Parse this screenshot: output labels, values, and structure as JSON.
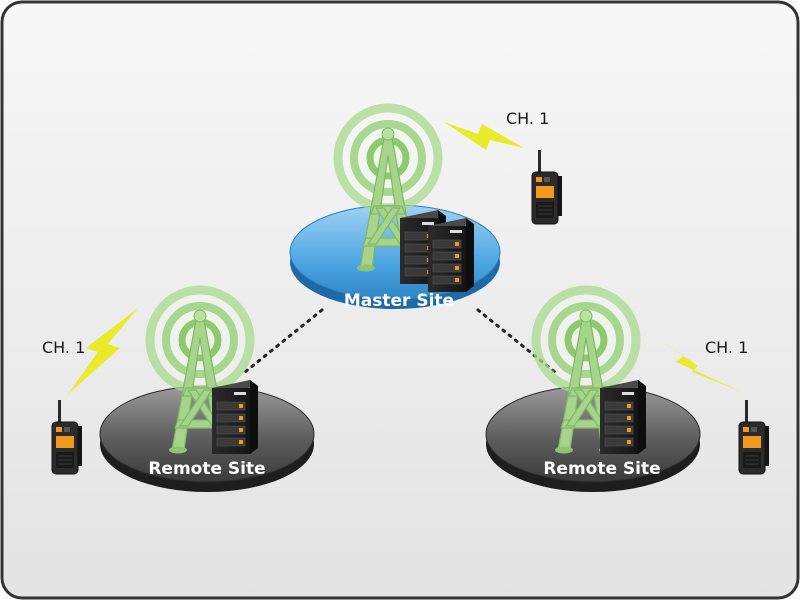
{
  "sites": {
    "master": {
      "label": "Master Site",
      "color": "#3a95d6"
    },
    "remote_left": {
      "label": "Remote Site",
      "color": "#3c3c3c"
    },
    "remote_right": {
      "label": "Remote Site",
      "color": "#3c3c3c"
    }
  },
  "radios": {
    "top_right": {
      "channel": "CH. 1"
    },
    "left": {
      "channel": "CH. 1"
    },
    "right": {
      "channel": "CH. 1"
    }
  },
  "colors": {
    "tower": "#a6d48a",
    "signal": "#8fce70",
    "lightning": "#e8ea2a",
    "radio_accent": "#f39a1e",
    "link": "#222222"
  }
}
